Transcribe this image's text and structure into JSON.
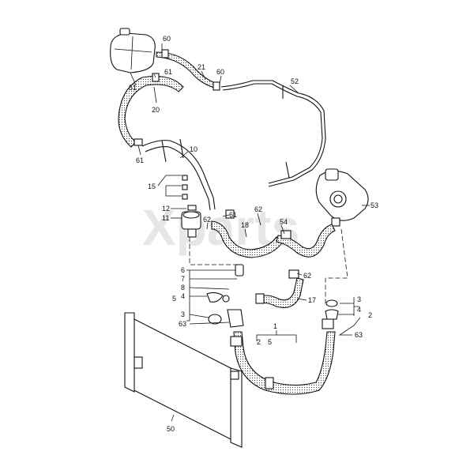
{
  "watermark": "Xparts",
  "callouts": [
    {
      "id": "c60a",
      "label": "60"
    },
    {
      "id": "c21",
      "label": "21"
    },
    {
      "id": "c60b",
      "label": "60"
    },
    {
      "id": "c52",
      "label": "52"
    },
    {
      "id": "c61a",
      "label": "61"
    },
    {
      "id": "c51",
      "label": "51"
    },
    {
      "id": "c20",
      "label": "20"
    },
    {
      "id": "c61b",
      "label": "61"
    },
    {
      "id": "c10",
      "label": "10"
    },
    {
      "id": "c15",
      "label": "15"
    },
    {
      "id": "c12",
      "label": "12"
    },
    {
      "id": "c11",
      "label": "11"
    },
    {
      "id": "c62a",
      "label": "62"
    },
    {
      "id": "c61c",
      "label": "61"
    },
    {
      "id": "c62b",
      "label": "62"
    },
    {
      "id": "c18",
      "label": "18"
    },
    {
      "id": "c54",
      "label": "54"
    },
    {
      "id": "c53",
      "label": "53"
    },
    {
      "id": "c62c",
      "label": "62"
    },
    {
      "id": "c6",
      "label": "6"
    },
    {
      "id": "c7",
      "label": "7"
    },
    {
      "id": "c8",
      "label": "8"
    },
    {
      "id": "c4a",
      "label": "4"
    },
    {
      "id": "c5",
      "label": "5"
    },
    {
      "id": "c3a",
      "label": "3"
    },
    {
      "id": "c63a",
      "label": "63"
    },
    {
      "id": "c17",
      "label": "17"
    },
    {
      "id": "c1",
      "label": "1"
    },
    {
      "id": "c2a",
      "label": "2"
    },
    {
      "id": "c5b",
      "label": "5"
    },
    {
      "id": "c3b",
      "label": "3"
    },
    {
      "id": "c4b",
      "label": "4"
    },
    {
      "id": "c2b",
      "label": "2"
    },
    {
      "id": "c63b",
      "label": "63"
    },
    {
      "id": "c50",
      "label": "50"
    }
  ]
}
